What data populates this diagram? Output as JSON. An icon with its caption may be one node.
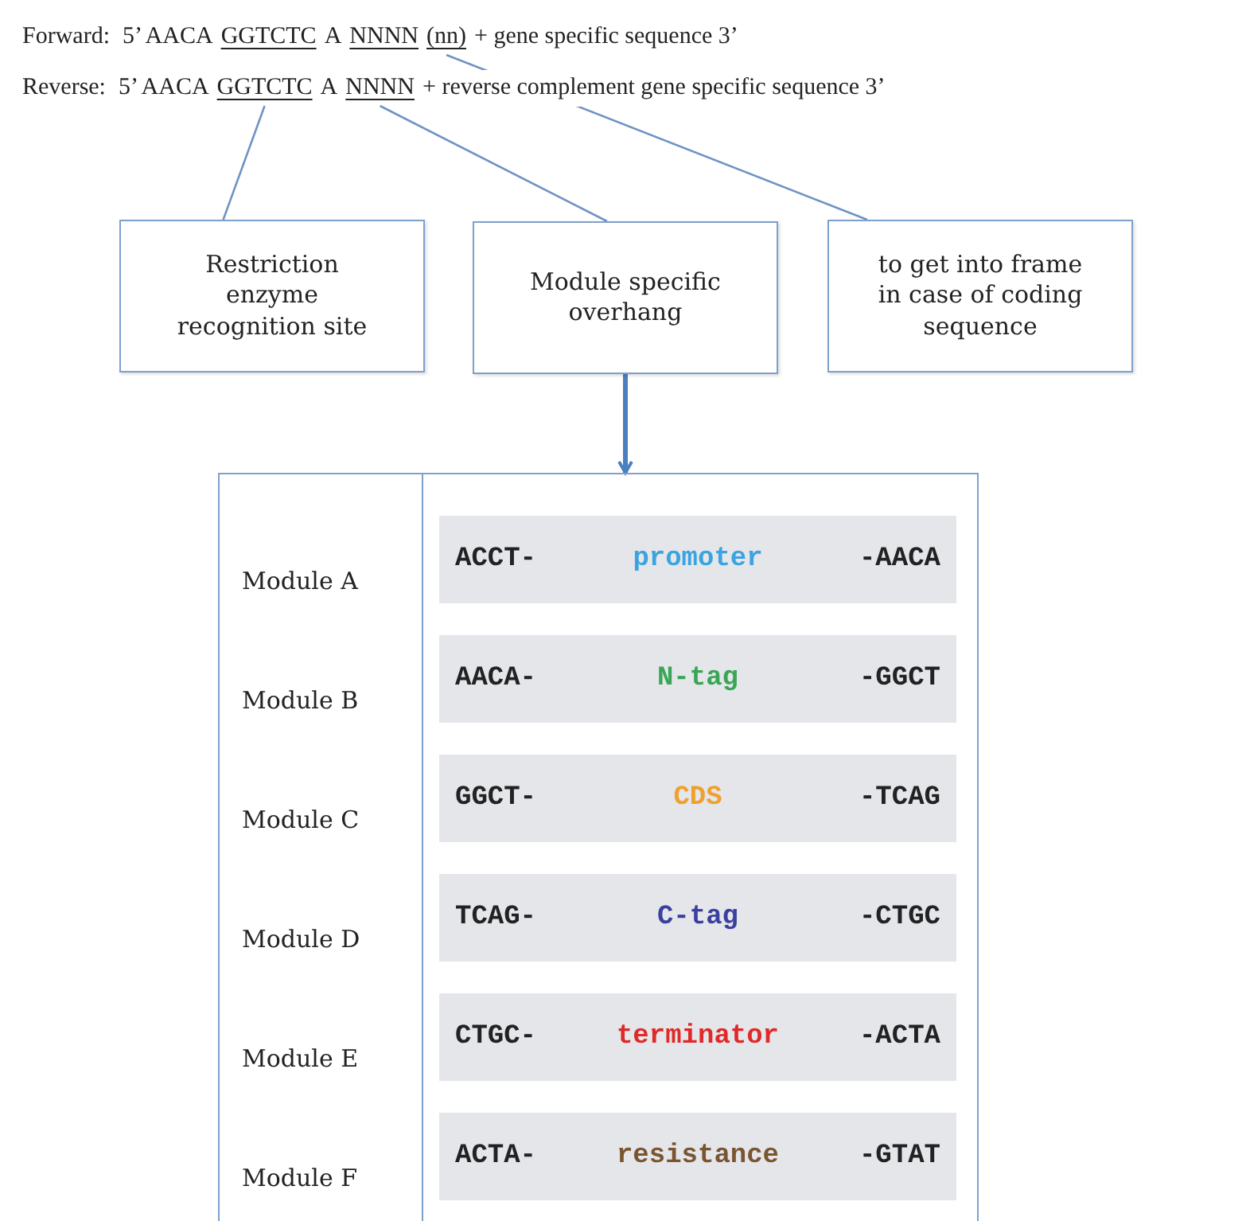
{
  "diagram": {
    "nodes": [
      {
        "text": [
          "GGTCTC"
        ]
      },
      {
        "text": [
          "NNNN"
        ]
      },
      {
        "text": [
          "(nn)"
        ]
      },
      {
        "text": [
          "GGTCTC"
        ]
      },
      {
        "text": [
          "NNNN"
        ]
      },
      {
        "text": [
          "Restriction enzyme recognition site"
        ]
      },
      {
        "text": [
          "Module specific overhang"
        ]
      },
      {
        "text": [
          "to get into frame in case of coding sequence"
        ]
      },
      {
        "text": [],
        "shape": "box"
      },
      {
        "text": [
          "ACCT-",
          "promoter",
          "-AACA"
        ],
        "in": 8,
        "beside": [
          "Module A"
        ]
      },
      {
        "text": [
          "AACA-",
          "N-tag",
          "-GGCT"
        ],
        "in": 8,
        "beside": [
          "Module B"
        ]
      },
      {
        "text": [
          "GGCT-",
          "CDS",
          "-TCAG"
        ],
        "in": 8,
        "beside": [
          "Module C"
        ]
      },
      {
        "text": [
          "TCAG-",
          "C-tag",
          "-CTGC"
        ],
        "in": 8,
        "beside": [
          "Module D"
        ]
      },
      {
        "text": [
          "CTGC-",
          "terminator",
          "-ACTA"
        ],
        "in": 8,
        "beside": [
          "Module E"
        ]
      },
      {
        "text": [
          "ACTA-",
          "resistance",
          "-GTAT"
        ],
        "in": 8,
        "beside": [
          "Module F"
        ]
      }
    ],
    "edges": [
      {
        "from": 3,
        "to": 5,
        "arrow": "none"
      },
      {
        "from": 4,
        "to": 6,
        "arrow": "none"
      },
      {
        "from": 2,
        "to": 7,
        "arrow": "none"
      },
      {
        "from": 6,
        "to": 8,
        "arrow": "to",
        "style": "thick"
      }
    ],
    "labels": [
      "Forward:",
      "5’ AACA",
      "A",
      "+ gene specific sequence 3’",
      "Reverse:",
      "5’ AACA",
      "A",
      "+ reverse complement gene specific sequence 3’"
    ]
  }
}
